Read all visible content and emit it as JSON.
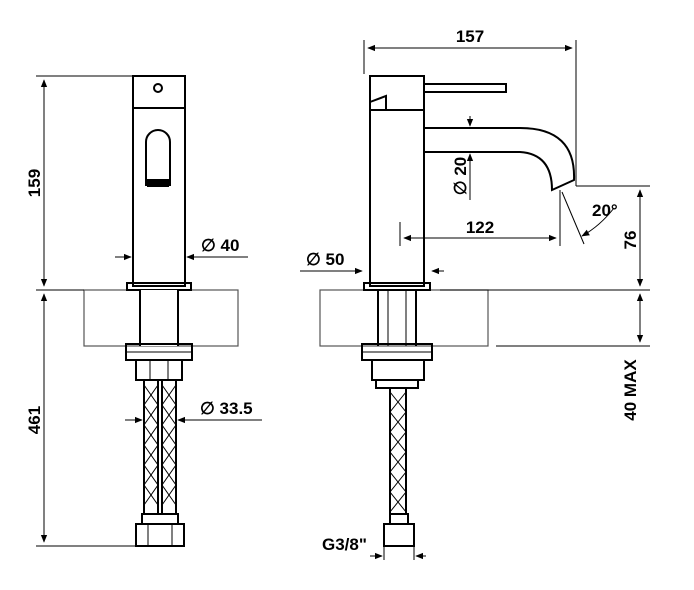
{
  "dimensions": {
    "front_height_total": "159",
    "front_diameter_body": "∅ 40",
    "front_height_below_deck": "461",
    "front_diameter_shank": "∅ 33.5",
    "side_width_total": "157",
    "side_diameter_spout": "∅ 20",
    "side_spout_reach": "122",
    "side_angle": "20°",
    "side_spout_height": "76",
    "side_diameter_base": "∅ 50",
    "side_deck_thickness": "40 MAX",
    "side_connection_thread": "G3/8\""
  }
}
